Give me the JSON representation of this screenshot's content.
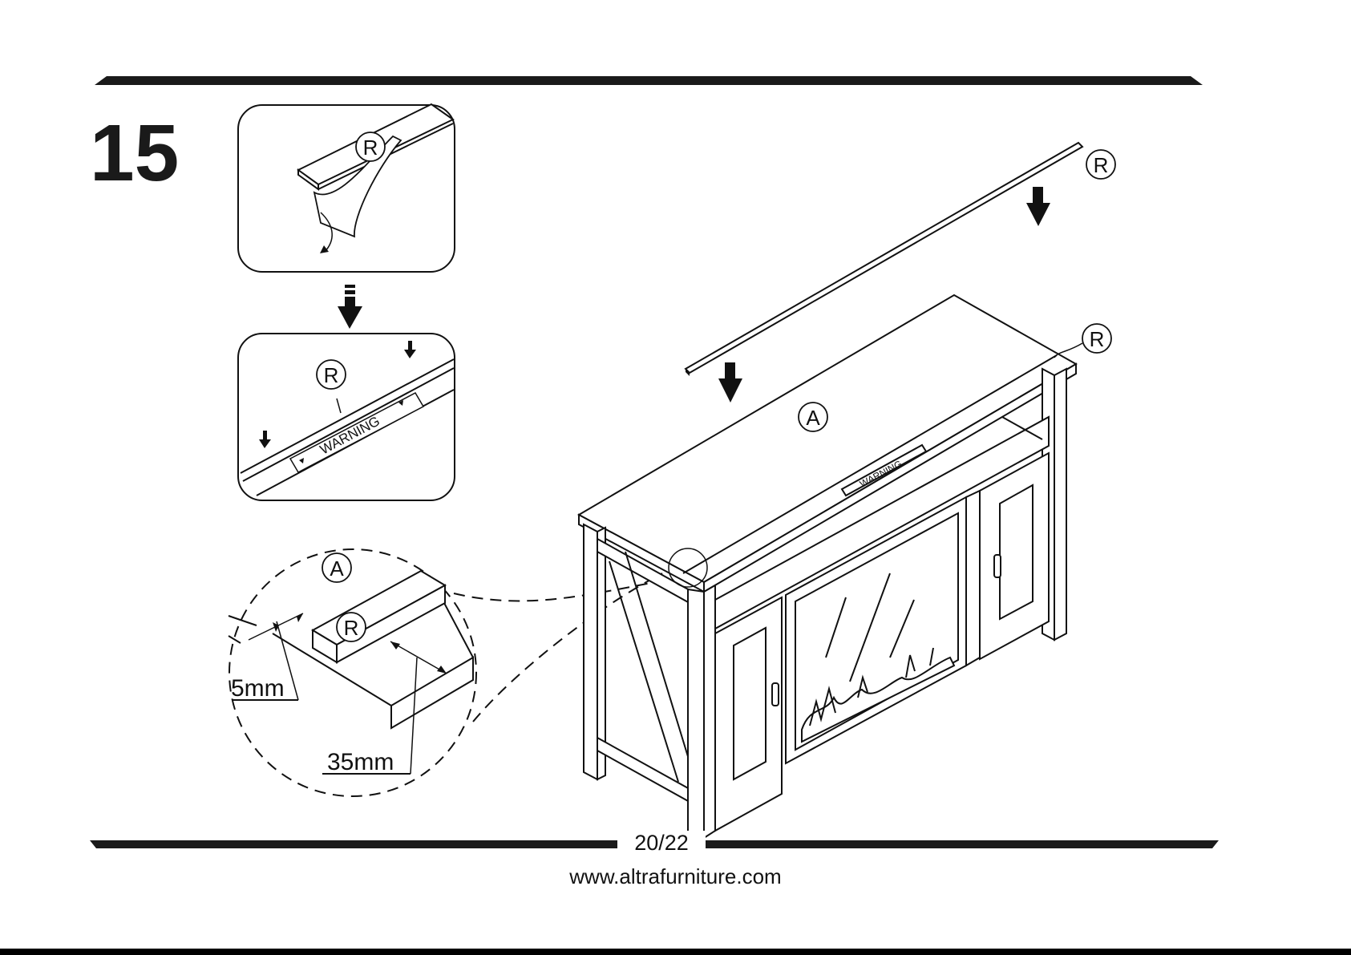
{
  "step": {
    "number": "15"
  },
  "parts": {
    "part_r": "R",
    "part_a": "A"
  },
  "labels": {
    "warning": "WARNING",
    "dim_small": "5mm",
    "dim_large": "35mm"
  },
  "footer": {
    "page": "20/22",
    "url": "www.altrafurniture.com"
  },
  "colors": {
    "ink": "#111111",
    "paper": "#ffffff"
  },
  "icons": [
    "arrow-down-icon",
    "peel-arrow-icon",
    "dimension-arrow-icon"
  ]
}
